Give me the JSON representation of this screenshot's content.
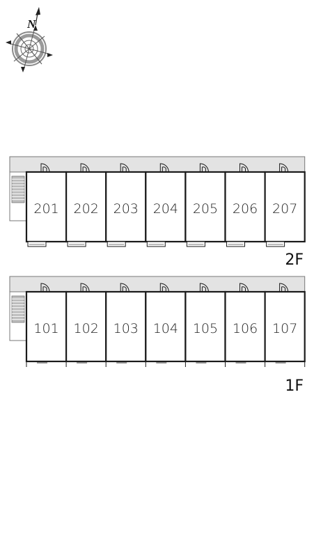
{
  "compass": {
    "north_label": "N",
    "icon": "compass-rose-icon"
  },
  "floors": [
    {
      "id": "2F",
      "label": "2F",
      "units": [
        "201",
        "202",
        "203",
        "204",
        "205",
        "206",
        "207"
      ]
    },
    {
      "id": "1F",
      "label": "1F",
      "units": [
        "101",
        "102",
        "103",
        "104",
        "105",
        "106",
        "107"
      ]
    }
  ],
  "colors": {
    "corridor": "#e3e3e3",
    "wall": "#1a1a1a",
    "line": "#777777",
    "stair": "#bdbdbd"
  }
}
